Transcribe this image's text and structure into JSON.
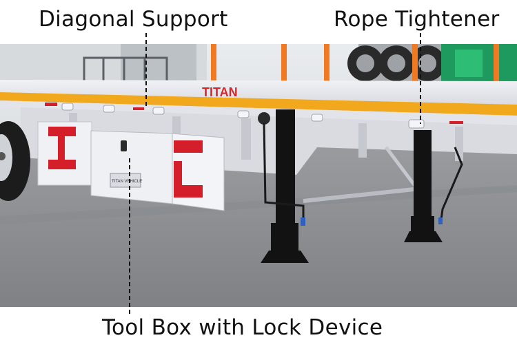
{
  "labels": {
    "diagonal_support": "Diagonal Support",
    "rope_tightener": "Rope Tightener",
    "tool_box": "Tool Box with Lock Device"
  },
  "trailer": {
    "brand_text": "TITAN",
    "toolbox_plate": "TITAN VEHICLE"
  },
  "colors": {
    "trailer_body": "#e7e8ee",
    "stripe": "#f2a81d",
    "brand_red": "#d8252c",
    "reflector_red": "#d41f2a",
    "floor": "#8d8f93",
    "jack_black": "#121212",
    "tire": "#1c1c1c",
    "callout_line": "#111111"
  }
}
